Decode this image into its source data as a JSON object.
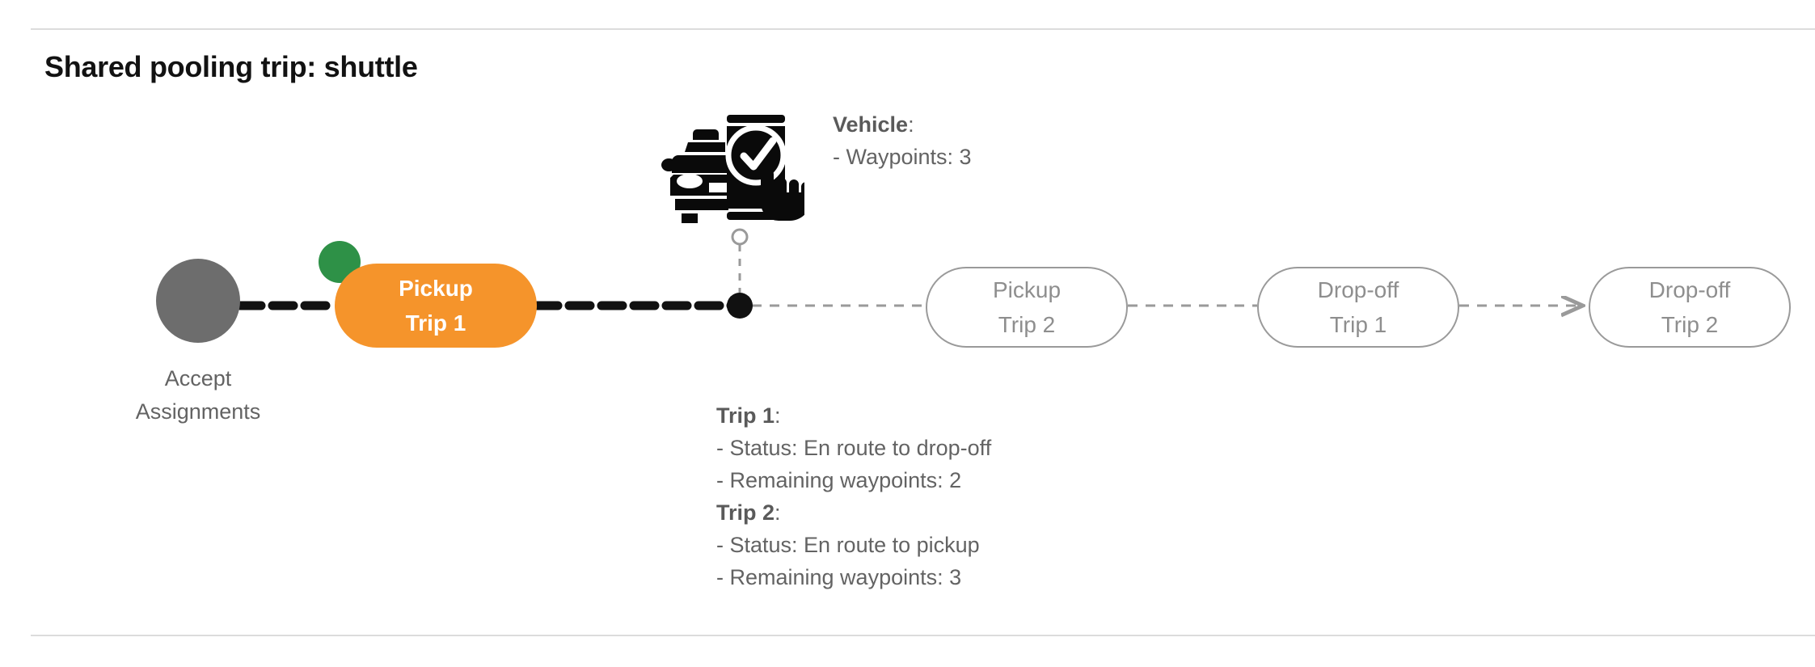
{
  "page": {
    "title": "Shared pooling trip: shuttle",
    "accent_orange": "#f5942b",
    "badge_green": "#2e9147",
    "node_gray": "#6d6d6d",
    "outline_gray": "#9a9a9a",
    "text_gray": "#636363"
  },
  "timeline": {
    "start_node": {
      "icon": "check-circle-icon",
      "label_line1": "Accept",
      "label_line2": "Assignments"
    },
    "active_node": {
      "badge_icon": "green-check-badge-icon",
      "label_line1": "Pickup",
      "label_line2": "Trip 1",
      "state": "completed"
    },
    "upcoming_nodes": [
      {
        "label_line1": "Pickup",
        "label_line2": "Trip 2",
        "state": "upcoming"
      },
      {
        "label_line1": "Drop-off",
        "label_line2": "Trip 1",
        "state": "upcoming"
      },
      {
        "label_line1": "Drop-off",
        "label_line2": "Trip 2",
        "state": "upcoming"
      }
    ],
    "current_position_marker": {
      "icon": "current-position-dot-icon",
      "connector_icon": "vehicle-connector-circle-icon"
    }
  },
  "vehicle_info": {
    "heading": "Vehicle",
    "heading_colon": ":",
    "lines": [
      "- Waypoints: 3"
    ],
    "icon": "car-app-check-icon"
  },
  "trip_info": {
    "trips": [
      {
        "heading": "Trip 1",
        "heading_colon": ":",
        "status_line": "- Status:  En route to drop-off",
        "waypoints_line": "- Remaining waypoints: 2"
      },
      {
        "heading": "Trip 2",
        "heading_colon": ":",
        "status_line": "- Status:  En route to pickup",
        "waypoints_line": "- Remaining waypoints: 3"
      }
    ]
  }
}
